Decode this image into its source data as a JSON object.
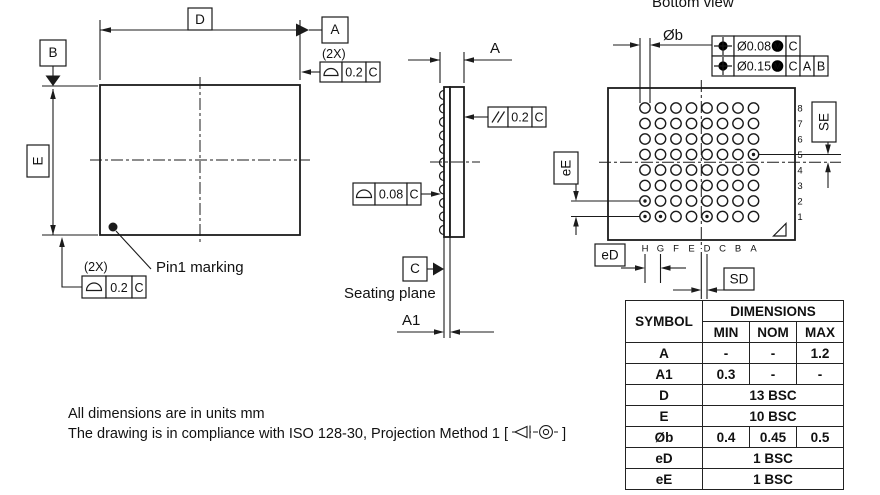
{
  "top_view": {
    "datum_b": "B",
    "dim_d": "D",
    "datum_a": "A",
    "qty_top": "(2X)",
    "frame_top": {
      "tol": "0.2",
      "datum": "C"
    },
    "dim_e": "E",
    "qty_bottom": "(2X)",
    "frame_bottom": {
      "tol": "0.2",
      "datum": "C"
    },
    "pin1_label": "Pin1 marking"
  },
  "side_view": {
    "dim_a": "A",
    "frame_parallel": {
      "tol": "0.2",
      "datum": "C"
    },
    "frame_profile": {
      "tol": "0.08",
      "datum": "C"
    },
    "datum_c": "C",
    "seating_plane_label": "Seating plane",
    "dim_a1": "A1"
  },
  "bottom_view": {
    "title": "Bottom view",
    "ball_dia_label": "Øb",
    "frame_position_1": {
      "tol": "Ø0.08",
      "modifier": "M",
      "datum_1": "C"
    },
    "frame_position_2": {
      "tol": "Ø0.15",
      "modifier": "M",
      "datum_1": "C",
      "datum_2": "A",
      "datum_3": "B"
    },
    "row_labels": [
      "8",
      "7",
      "6",
      "5",
      "4",
      "3",
      "2",
      "1"
    ],
    "col_labels": [
      "H",
      "G",
      "F",
      "E",
      "D",
      "C",
      "B",
      "A"
    ],
    "grid": {
      "rows": 8,
      "cols": 8
    },
    "marked_balls": [
      "H1",
      "G1",
      "D1",
      "H2",
      "A5"
    ],
    "dim_se": "SE",
    "dim_sd": "SD",
    "dim_ed": "eD",
    "dim_ee": "eE"
  },
  "notes": {
    "line1": "All dimensions are in units mm",
    "line2_prefix": "The drawing is in compliance with ISO 128-30, Projection Method 1 [",
    "line2_suffix": "]"
  },
  "table": {
    "symbol_header": "SYMBOL",
    "dimensions_header": "DIMENSIONS",
    "min_header": "MIN",
    "nom_header": "NOM",
    "max_header": "MAX",
    "rows": [
      {
        "symbol": "A",
        "min": "-",
        "nom": "-",
        "max": "1.2"
      },
      {
        "symbol": "A1",
        "min": "0.3",
        "nom": "-",
        "max": "-"
      },
      {
        "symbol": "D",
        "span": "13 BSC"
      },
      {
        "symbol": "E",
        "span": "10 BSC"
      },
      {
        "symbol": "Øb",
        "min": "0.4",
        "nom": "0.45",
        "max": "0.5"
      },
      {
        "symbol": "eD",
        "span": "1 BSC"
      },
      {
        "symbol": "eE",
        "span": "1 BSC"
      }
    ]
  }
}
